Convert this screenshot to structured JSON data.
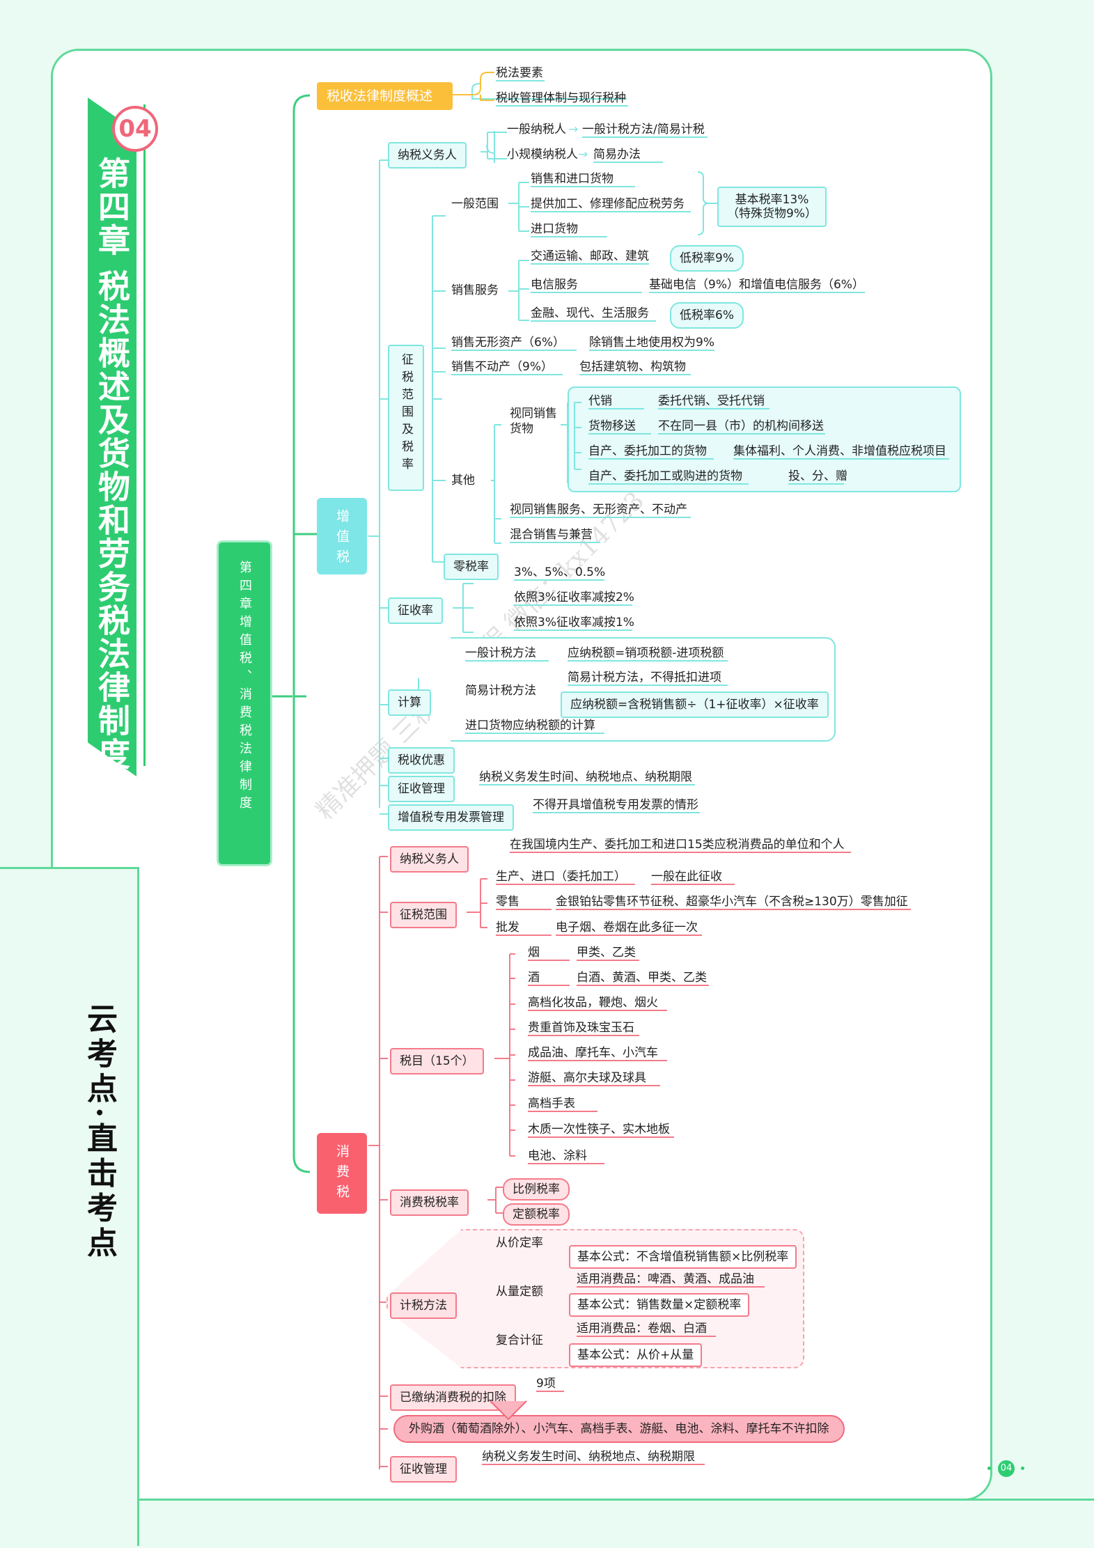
{
  "chapter_badge": "04",
  "chapter_title": "第四章 税法概述及货物和劳务税法律制度",
  "side_title": "云考点·直击考点",
  "chapter_box": "第四章增值税、消费税法律制度",
  "watermark": "精准押题 三税保过课程 微信：kx14723",
  "page_number": "04",
  "overview": {
    "title": "税收法律制度概述",
    "items": [
      "税法要素",
      "税收管理体制与现行税种"
    ]
  },
  "vat": {
    "title": "增值税",
    "taxpayer": {
      "label": "纳税义务人",
      "general": "一般纳税人",
      "general_method": "一般计税方法/简易计税",
      "small": "小规模纳税人",
      "small_method": "简易办法"
    },
    "scope": {
      "label": "征税范围及税率",
      "general_scope": "一般范围",
      "gs_items": [
        "销售和进口货物",
        "提供加工、修理修配应税劳务",
        "进口货物"
      ],
      "basic_rate": "基本税率13%",
      "basic_rate_note": "（特殊货物9%）",
      "services": "销售服务",
      "sv_items": [
        "交通运输、邮政、建筑",
        "电信服务",
        "金融、现代、生活服务"
      ],
      "low9": "低税率9%",
      "telecom_note": "基础电信（9%）和增值电信服务（6%）",
      "low6": "低税率6%",
      "intangible": "销售无形资产（6%）",
      "intangible_note": "除销售土地使用权为9%",
      "realestate": "销售不动产（9%）",
      "realestate_note": "包括建筑物、构筑物",
      "other": "其他",
      "deemed_goods": "视同销售货物",
      "deemed_rows": [
        {
          "a": "代销",
          "b": "委托代销、受托代销"
        },
        {
          "a": "货物移送",
          "b": "不在同一县（市）的机构间移送"
        },
        {
          "a": "自产、委托加工的货物",
          "b": "集体福利、个人消费、非增值税应税项目"
        },
        {
          "a": "自产、委托加工或购进的货物",
          "b": "投、分、赠"
        }
      ],
      "deemed_services": "视同销售服务、无形资产、不动产",
      "mixed": "混合销售与兼营",
      "zero": "零税率"
    },
    "levy_rate": {
      "label": "征收率",
      "items": [
        "3%、5%、0.5%",
        "依照3%征收率减按2%",
        "依照3%征收率减按1%"
      ]
    },
    "calc": {
      "label": "计算",
      "general": "一般计税方法",
      "general_formula": "应纳税额=销项税额-进项税额",
      "simple": "简易计税方法",
      "simple_note": "简易计税方法，不得抵扣进项",
      "simple_formula": "应纳税额=含税销售额÷（1+征收率）×征收率",
      "import": "进口货物应纳税额的计算"
    },
    "incentive": "税收优惠",
    "admin": {
      "label": "征收管理",
      "note": "纳税义务发生时间、纳税地点、纳税期限"
    },
    "invoice": {
      "label": "增值税专用发票管理",
      "note": "不得开具增值税专用发票的情形"
    }
  },
  "excise": {
    "title": "消费税",
    "taxpayer": {
      "label": "纳税义务人",
      "note": "在我国境内生产、委托加工和进口15类应税消费品的单位和个人"
    },
    "scope": {
      "label": "征税范围",
      "rows": [
        {
          "a": "生产、进口（委托加工）",
          "b": "一般在此征收"
        },
        {
          "a": "零售",
          "b": "金银铂钻零售环节征税、超豪华小汽车（不含税≥130万）零售加征"
        },
        {
          "a": "批发",
          "b": "电子烟、卷烟在此多征一次"
        }
      ]
    },
    "items": {
      "label": "税目（15个）",
      "rows": [
        {
          "a": "烟",
          "b": "甲类、乙类"
        },
        {
          "a": "酒",
          "b": "白酒、黄酒、甲类、乙类"
        },
        {
          "a": "高档化妆品，鞭炮、烟火",
          "b": ""
        },
        {
          "a": "贵重首饰及珠宝玉石",
          "b": ""
        },
        {
          "a": "成品油、摩托车、小汽车",
          "b": ""
        },
        {
          "a": "游艇、高尔夫球及球具",
          "b": ""
        },
        {
          "a": "高档手表",
          "b": ""
        },
        {
          "a": "木质一次性筷子、实木地板",
          "b": ""
        },
        {
          "a": "电池、涂料",
          "b": ""
        }
      ]
    },
    "rates": {
      "label": "消费税税率",
      "items": [
        "比例税率",
        "定额税率"
      ]
    },
    "calc": {
      "label": "计税方法",
      "adval": "从价定率",
      "adval_formula": "基本公式：不含增值税销售额×比例税率",
      "specific": "从量定额",
      "specific_apply": "适用消费品：啤酒、黄酒、成品油",
      "specific_formula": "基本公式：销售数量×定额税率",
      "compound": "复合计征",
      "compound_apply": "适用消费品：卷烟、白酒",
      "compound_formula": "基本公式：从价+从量"
    },
    "deduction": {
      "label": "已缴纳消费税的扣除",
      "note": "9项",
      "exclude": "外购酒（葡萄酒除外）、小汽车、高档手表、游艇、电池、涂料、摩托车不许扣除"
    },
    "admin": {
      "label": "征收管理",
      "note": "纳税义务发生时间、纳税地点、纳税期限"
    }
  }
}
